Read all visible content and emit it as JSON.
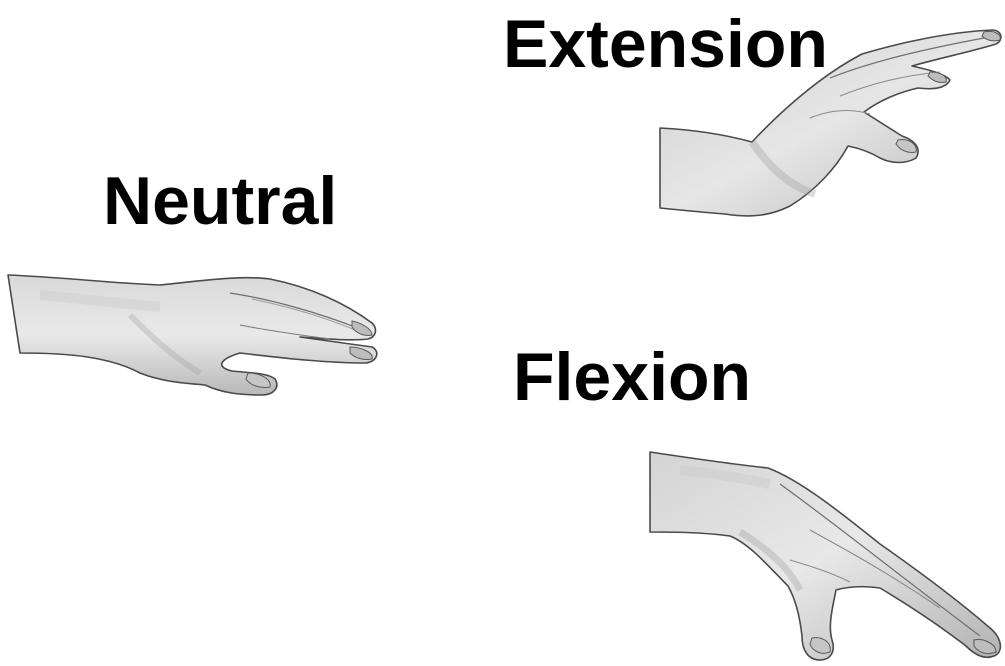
{
  "labels": {
    "extension": "Extension",
    "neutral": "Neutral",
    "flexion": "Flexion"
  },
  "colors": {
    "background": "#ffffff",
    "text": "#000000",
    "skin_light": "#e6e6e6",
    "skin_mid": "#c4c4c4",
    "skin_dark": "#8a8a8a",
    "outline": "#4a4a4a"
  },
  "illustrations": [
    {
      "name": "neutral-hand",
      "pose": "neutral"
    },
    {
      "name": "extension-hand",
      "pose": "extension"
    },
    {
      "name": "flexion-hand",
      "pose": "flexion"
    }
  ]
}
